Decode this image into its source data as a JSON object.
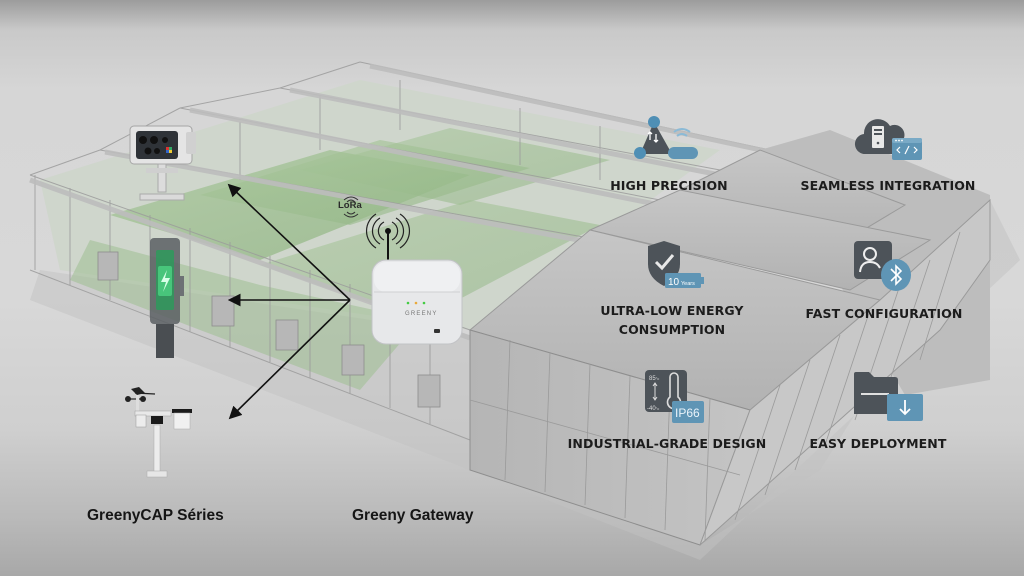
{
  "colors": {
    "icon_dark": "#4d5359",
    "icon_blue": "#5f95b5",
    "text": "#1c1c1c",
    "arrow": "#111111"
  },
  "gateway": {
    "caption": "Greeny Gateway",
    "brand": "GREENY",
    "protocol_label": "LoRa",
    "icon": "antenna-signal-icon"
  },
  "sensors": {
    "caption": "GreenyCAP Séries",
    "devices": [
      {
        "name": "multispectral-camera-sensor",
        "icon": "camera-sensor-icon"
      },
      {
        "name": "soil-sensor-probe",
        "icon": "battery-sensor-icon"
      },
      {
        "name": "weather-station",
        "icon": "weather-station-icon"
      }
    ]
  },
  "features": [
    {
      "label": "HIGH PRECISION",
      "icon": "precision-network-icon"
    },
    {
      "label": "SEAMLESS INTEGRATION",
      "icon": "cloud-code-icon"
    },
    {
      "label_lines": [
        "ULTRA-LOW ENERGY",
        "CONSUMPTION"
      ],
      "icon": "shield-check-battery-icon",
      "badge": "10",
      "badge_unit": "Years"
    },
    {
      "label": "FAST CONFIGURATION",
      "icon": "user-bluetooth-icon"
    },
    {
      "label": "INDUSTRIAL-GRADE DESIGN",
      "icon": "thermometer-ip66-icon",
      "temp_high": "85",
      "temp_low": "-40",
      "temp_unit": "°c",
      "badge": "IP66"
    },
    {
      "label": "EASY DEPLOYMENT",
      "icon": "folder-download-icon"
    }
  ]
}
